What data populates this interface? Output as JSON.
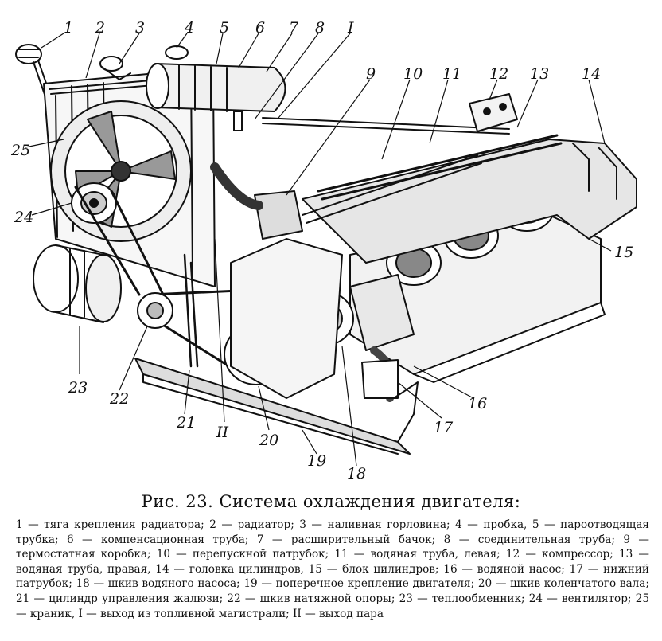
{
  "figure": {
    "title": "Рис. 23. Система охлаждения двигателя:",
    "legend": "1 — тяга крепления радиатора; 2 — радиатор; 3 — наливная горловина; 4 — пробка, 5 — пароотводящая трубка; 6 — компенсационная труба; 7 — расширительный бачок; 8 — соединительная труба; 9 — термостатная коробка; 10 — перепускной патрубок; 11 — водяная труба, левая; 12 — компрессор; 13 — водяная труба, правая, 14 — головка цилиндров, 15 — блок цилиндров; 16 — водяной насос; 17 — нижний патрубок; 18 — шкив водяного насоса; 19 — поперечное крепление двигателя; 20 — шкив коленчатого вала; 21 — цилиндр управления жалюзи; 22 — шкив натяжной опоры; 23 — теплообменник; 24 — вентилятор; 25 — краник, I — выход из топливной магистрали; II — выход пара",
    "callouts": [
      "1",
      "2",
      "3",
      "4",
      "5",
      "6",
      "7",
      "8",
      "I",
      "9",
      "10",
      "11",
      "12",
      "13",
      "14",
      "25",
      "24",
      "15",
      "23",
      "22",
      "21",
      "II",
      "20",
      "19",
      "18",
      "17",
      "16"
    ]
  }
}
